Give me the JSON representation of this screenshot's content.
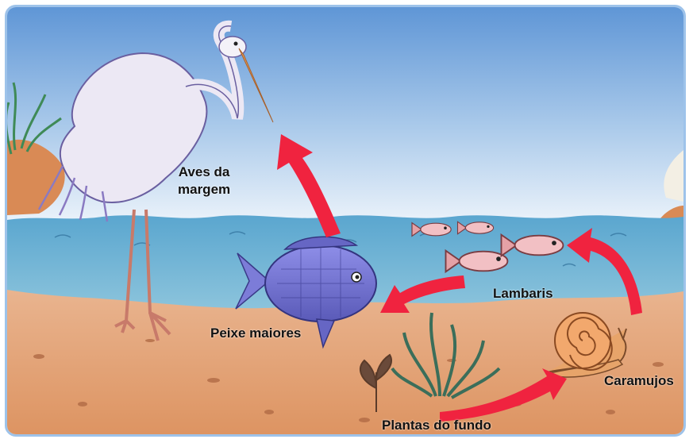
{
  "diagram": {
    "nodes": [
      {
        "id": "aves",
        "label": "Aves da margem"
      },
      {
        "id": "peixe",
        "label": "Peixe maiores"
      },
      {
        "id": "lambaris",
        "label": "Lambaris"
      },
      {
        "id": "caramujos",
        "label": "Caramujos"
      },
      {
        "id": "plantas",
        "label": "Plantas do fundo"
      }
    ],
    "edges": [
      {
        "from": "plantas",
        "to": "caramujos"
      },
      {
        "from": "caramujos",
        "to": "lambaris"
      },
      {
        "from": "lambaris",
        "to": "peixe"
      },
      {
        "from": "peixe",
        "to": "aves"
      }
    ],
    "labels": {
      "aves_line1": "Aves da",
      "aves_line2": "margem",
      "peixe": "Peixe maiores",
      "lambaris": "Lambaris",
      "caramujos": "Caramujos",
      "plantas": "Plantas do fundo"
    },
    "colors": {
      "arrow": "#f0233f",
      "sky_top": "#5f96d6",
      "water": "#6fb3d3",
      "ground": "#e6a57a",
      "border": "#9ec3ea"
    }
  }
}
